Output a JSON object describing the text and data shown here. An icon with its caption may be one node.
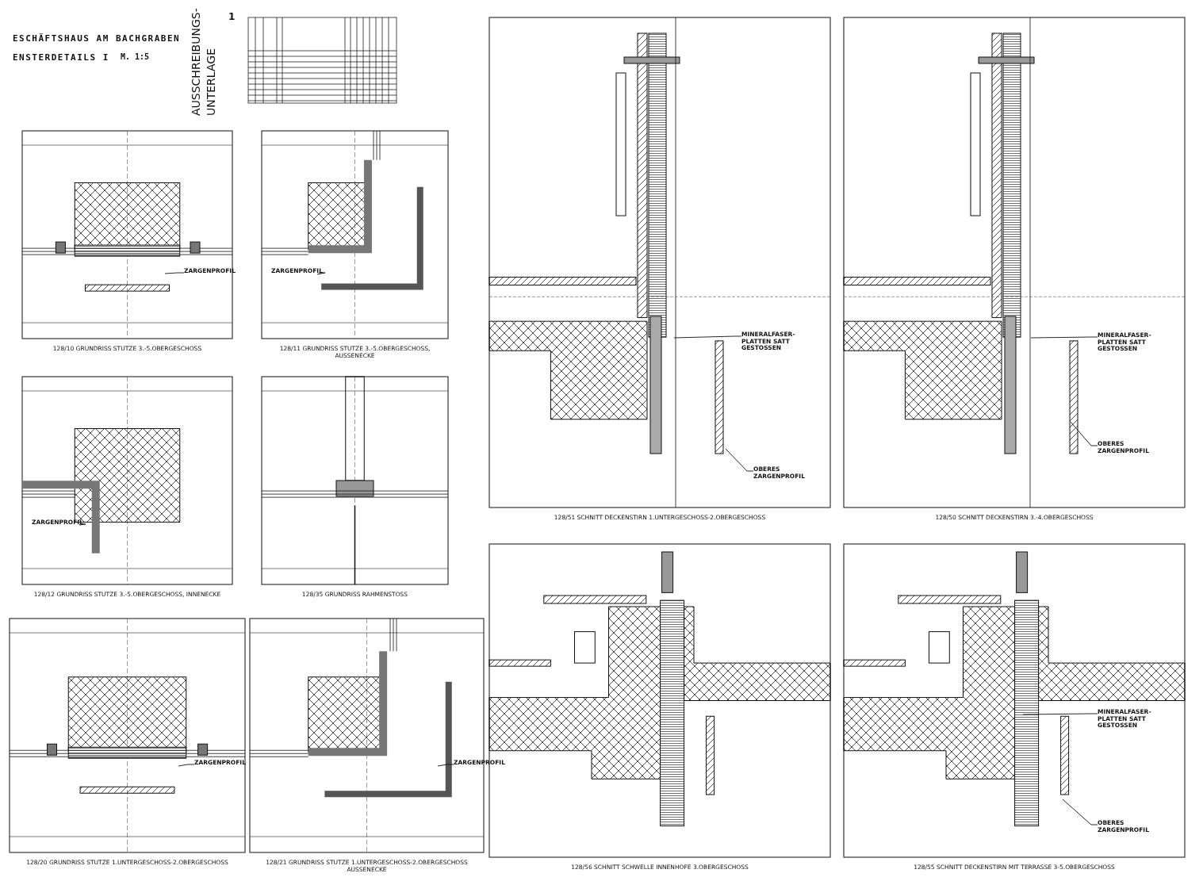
{
  "diagram": {
    "nodes": [
      {
        "text": [
          "ZARGENPROFIL"
        ]
      },
      {
        "text": [
          "ZARGENPROFIL"
        ]
      },
      {
        "text": [
          "ZARGENPROFIL"
        ]
      },
      {
        "text": [
          "ZARGENPROFIL"
        ]
      },
      {
        "text": [
          "ZARGENPROFIL"
        ]
      },
      {
        "text": [
          "MINERALFASER-PLATTEN SATT GESTOSSEN"
        ]
      },
      {
        "text": [
          "OBERES ZARGENPROFIL"
        ]
      },
      {
        "text": [
          "MINERALFASER-PLATTEN SATT GESTOSSEN"
        ]
      },
      {
        "text": [
          "OBERES ZARGENPROFIL"
        ]
      },
      {
        "text": [
          "MINERALFASER-PLATTEN SATT GESTOSSEN"
        ]
      },
      {
        "text": [
          "OBERES ZARGENPROFIL"
        ]
      }
    ],
    "edges": [
      {
        "from": 0,
        "to": null,
        "arrow": "none"
      },
      {
        "from": 1,
        "to": null,
        "arrow": "none"
      },
      {
        "from": 2,
        "to": null,
        "arrow": "none"
      },
      {
        "from": 3,
        "to": null,
        "arrow": "none"
      },
      {
        "from": 4,
        "to": null,
        "arrow": "none"
      },
      {
        "from": 5,
        "to": null,
        "arrow": "none"
      },
      {
        "from": 6,
        "to": null,
        "arrow": "none"
      },
      {
        "from": 7,
        "to": null,
        "arrow": "none"
      },
      {
        "from": 8,
        "to": null,
        "arrow": "none"
      },
      {
        "from": 9,
        "to": null,
        "arrow": "none"
      },
      {
        "from": 10,
        "to": null,
        "arrow": "none"
      }
    ],
    "labels": [
      "ESCHÄFTSHAUS AM BACHGRABEN",
      "ENSTERDETAILS I",
      "M. 1:5",
      "AUSSCHREIBUNGS-UNTERLAGE",
      "1",
      "128/10 GRUNDRISS STUTZE 3.-5.OBERGESCHOSS",
      "128/11 GRUNDRISS STUTZE 3.-5.OBERGESCHOSS, AUSSENECKE",
      "128/12 GRUNDRISS STUTZE 3.-5.OBERGESCHOSS, INNENECKE",
      "128/35 GRUNDRISS RAHMENSTOSS",
      "128/20 GRUNDRISS STUTZE 1.UNTERGESCHOSS-2.OBERGESCHOSS",
      "128/21 GRUNDRISS STUTZE 1.UNTERGESCHOSS-2.OBERGESCHOSS AUSSENECKE",
      "128/51 SCHNITT DECKENSTIRN 1.UNTERGESCHOSS-2.OBERGESCHOSS",
      "128/50 SCHNITT DECKENSTIRN 3.-4.OBERGESCHOSS",
      "128/56 SCHNITT SCHWELLE INNENHOFE 3.OBERGESCHOSS",
      "128/55 SCHNITT DECKENSTIRN MIT TERRASSE 3-5.OBERGESCHOSS"
    ]
  }
}
